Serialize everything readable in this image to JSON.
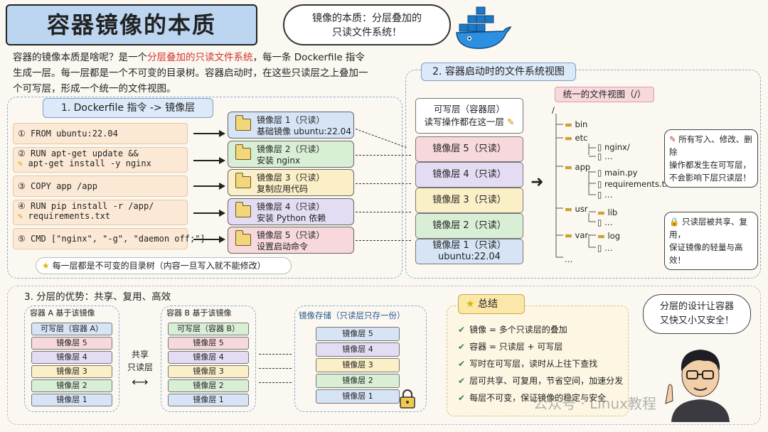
{
  "header": {
    "title": "容器镜像的本质",
    "bubble_line1": "镜像的本质：分层叠加的",
    "bubble_line2": "只读文件系统！"
  },
  "intro": {
    "part1": "容器的镜像本质是啥呢？是一个",
    "highlight": "分层叠加的只读文件系统",
    "part2": "，每一条 Dockerfile 指令",
    "line2": "生成一层。每一层都是一个不可变的目录树。容器启动时，在这些只读层之上叠加一",
    "line3": "个可写层，形成一个统一的文件视图。"
  },
  "section1": {
    "label": "1. Dockerfile 指令 -> 镜像层",
    "commands": [
      {
        "num": "①",
        "text": "FROM ubuntu:22.04"
      },
      {
        "num": "②",
        "text": "RUN apt-get update &&",
        "text2": "apt-get install -y nginx"
      },
      {
        "num": "③",
        "text": "COPY app /app"
      },
      {
        "num": "④",
        "text": "RUN pip install -r /app/",
        "text2": "requirements.txt"
      },
      {
        "num": "⑤",
        "text": "CMD [\"nginx\", \"-g\", \"daemon off;\"]"
      }
    ],
    "layers": [
      {
        "name": "镜像层 1（只读）",
        "desc": "基础镜像 ubuntu:22.04",
        "color": "#d6e4f6"
      },
      {
        "name": "镜像层 2（只读）",
        "desc": "安装 nginx",
        "color": "#d8efd6"
      },
      {
        "name": "镜像层 3（只读）",
        "desc": "复制应用代码",
        "color": "#fbefc7"
      },
      {
        "name": "镜像层 4（只读）",
        "desc": "安装 Python 依赖",
        "color": "#e4dcf2"
      },
      {
        "name": "镜像层 5（只读）",
        "desc": "设置启动命令",
        "color": "#f7d8dc"
      }
    ],
    "footer": "每一层都是不可变的目录树（内容一旦写入就不能修改）"
  },
  "section2": {
    "label": "2. 容器启动时的文件系统视图",
    "writable_name": "可写层（容器层）",
    "writable_desc": "读写操作都在这一层",
    "stack": [
      {
        "text": "镜像层 5（只读）",
        "color": "#f7d8dc"
      },
      {
        "text": "镜像层 4（只读）",
        "color": "#e4dcf2"
      },
      {
        "text": "镜像层 3（只读）",
        "color": "#fbefc7"
      },
      {
        "text": "镜像层 2（只读）",
        "color": "#d8efd6"
      },
      {
        "text": "镜像层 1（只读）",
        "text2": "ubuntu:22.04",
        "color": "#d6e4f6"
      }
    ],
    "view_label": "统一的文件视图（/）",
    "tree": {
      "root": "/",
      "bin": "bin",
      "etc": "etc",
      "nginx": "nginx/",
      "ellipsis": "…",
      "app": "app",
      "main": "main.py",
      "req": "requirements.txt",
      "usr": "usr",
      "lib": "lib",
      "var": "var",
      "log": "log"
    },
    "note1": [
      "所有写入、修改、删除",
      "操作都发生在可写层，",
      "不会影响下层只读层！"
    ],
    "note2": [
      "只读层被共享、复用，",
      "保证镜像的轻量与高效！"
    ]
  },
  "section3": {
    "label": "3. 分层的优势：共享、复用、高效",
    "containerA": {
      "title": "容器 A 基于该镜像",
      "writable": "可写层（容器 A）",
      "layers": [
        "镜像层 5",
        "镜像层 4",
        "镜像层 3",
        "镜像层 2",
        "镜像层 1"
      ]
    },
    "containerB": {
      "title": "容器 B 基于该镜像",
      "writable": "可写层（容器 B）",
      "layers": [
        "镜像层 5",
        "镜像层 4",
        "镜像层 3",
        "镜像层 2",
        "镜像层 1"
      ]
    },
    "share_line1": "共享",
    "share_line2": "只读层",
    "storage": {
      "title": "镜像存储（只读层只存一份）",
      "layers": [
        "镜像层 5",
        "镜像层 4",
        "镜像层 3",
        "镜像层 2",
        "镜像层 1"
      ]
    }
  },
  "summary": {
    "title": "总结",
    "items": [
      "镜像 = 多个只读层的叠加",
      "容器 = 只读层 + 可写层",
      "写时在可写层，读时从上往下查找",
      "层可共享、可复用，节省空间，加速分发",
      "每层不可变，保证镜像的稳定与安全"
    ]
  },
  "character": {
    "speech_line1": "分层的设计让容器",
    "speech_line2": "又快又小又安全！"
  },
  "watermark": "公众号 · Linux教程",
  "colors": {
    "layer1": "#d6e4f6",
    "layer2": "#d8efd6",
    "layer3": "#fbefc7",
    "layer4": "#e4dcf2",
    "layer5": "#f7d8dc",
    "highlight_red": "#d0342c"
  }
}
